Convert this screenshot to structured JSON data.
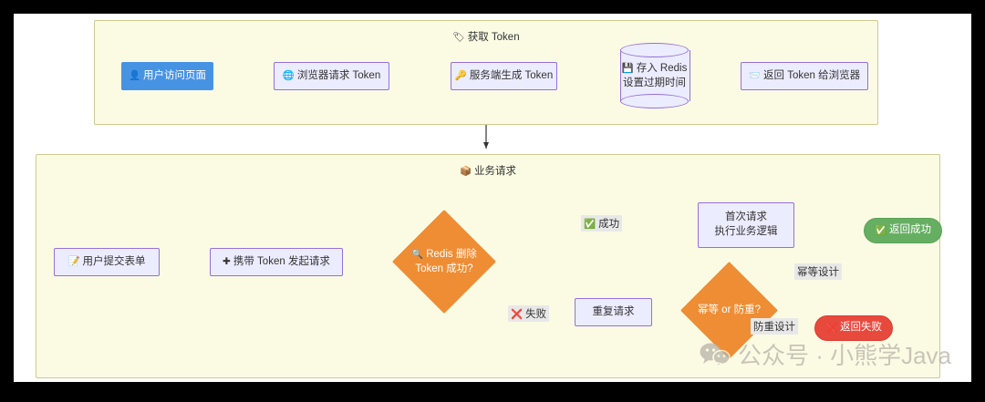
{
  "diagram": {
    "title_hidden": "Token 防重复提交流程图",
    "subgraphs": [
      {
        "id": "token",
        "icon": "bookmark-tabs-icon",
        "icon_glyph": "🏷",
        "label": "获取 Token"
      },
      {
        "id": "biz",
        "icon": "package-icon",
        "icon_glyph": "📦",
        "label": "业务请求"
      }
    ]
  },
  "token_flow": {
    "nodes": [
      {
        "id": "n1",
        "icon": "user-icon",
        "icon_glyph": "👤",
        "label": "用户访问页面",
        "shape": "rect",
        "color": "#4793E3"
      },
      {
        "id": "n2",
        "icon": "browser-icon",
        "icon_glyph": "🌐",
        "label": "浏览器请求 Token",
        "shape": "rect",
        "color": "#ECECFF"
      },
      {
        "id": "n3",
        "icon": "key-icon",
        "icon_glyph": "🔑",
        "label": "服务端生成 Token",
        "shape": "rect",
        "color": "#ECECFF"
      },
      {
        "id": "n4",
        "icon": "floppy-disk-icon",
        "icon_glyph": "💾",
        "label_line1": "存入 Redis",
        "label_line2": "设置过期时间",
        "shape": "cylinder",
        "color": "#ECECFF"
      },
      {
        "id": "n5",
        "icon": "incoming-envelope-icon",
        "icon_glyph": "📨",
        "label": "返回 Token 给浏览器",
        "shape": "rect",
        "color": "#ECECFF"
      }
    ]
  },
  "biz_flow": {
    "nodes": [
      {
        "id": "b1",
        "icon": "memo-icon",
        "icon_glyph": "📝",
        "label": "用户提交表单",
        "shape": "rect",
        "color": "#ECECFF"
      },
      {
        "id": "b2",
        "icon": "hospital-icon",
        "icon_glyph": "✚",
        "label": "携带 Token 发起请求",
        "shape": "rect",
        "color": "#ECECFF"
      },
      {
        "id": "b3",
        "icon": "magnifying-glass-icon",
        "icon_glyph": "🔍",
        "label_line1": "Redis 删除",
        "label_line2": "Token 成功?",
        "shape": "diamond",
        "color": "#EE8D34"
      },
      {
        "id": "b4",
        "label_line1": "首次请求",
        "label_line2": "执行业务逻辑",
        "shape": "rect",
        "color": "#ECECFF"
      },
      {
        "id": "b5",
        "label": "重复请求",
        "shape": "rect",
        "color": "#ECECFF"
      },
      {
        "id": "b6",
        "label": "幂等 or 防重?",
        "shape": "diamond",
        "color": "#EE8D34"
      },
      {
        "id": "b7",
        "icon": "check-mark-icon",
        "icon_glyph": "✅",
        "label": "返回成功",
        "shape": "pill",
        "color": "#66AF62"
      },
      {
        "id": "b8",
        "icon": "cross-mark-icon",
        "icon_glyph": "❌",
        "label": "返回失败",
        "shape": "pill",
        "color": "#E8493D"
      }
    ],
    "edge_labels": [
      {
        "id": "e-success",
        "icon": "check-mark-icon",
        "icon_glyph": "✅",
        "label": "成功"
      },
      {
        "id": "e-fail",
        "icon": "cross-mark-icon",
        "icon_glyph": "❌",
        "label": "失败"
      },
      {
        "id": "e-idempotent",
        "label": "幂等设计"
      },
      {
        "id": "e-antidup",
        "label": "防重设计"
      }
    ]
  },
  "watermark": {
    "icon": "wechat-icon",
    "text": "公众号 · 小熊学Java"
  }
}
